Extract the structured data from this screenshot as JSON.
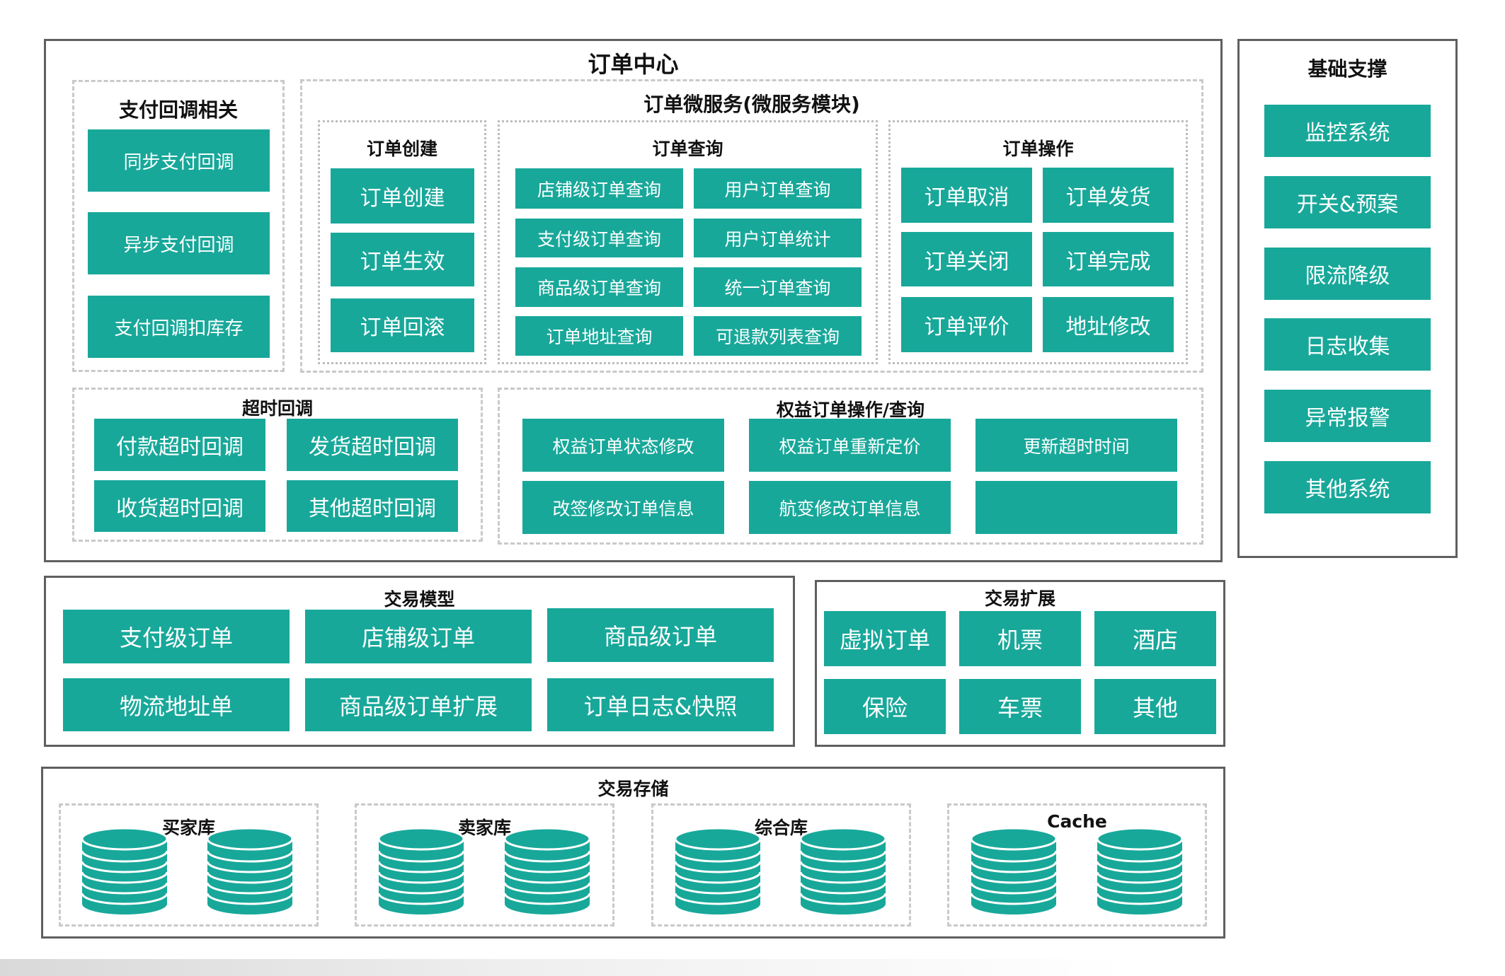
{
  "colors": {
    "tile": "#18a89a",
    "panel_border": "#5f5f5f",
    "dash_border": "#c9c9c9"
  },
  "order_center": {
    "title": "订单中心",
    "payment_callback": {
      "title": "支付回调相关",
      "items": [
        "同步支付回调",
        "异步支付回调",
        "支付回调扣库存"
      ]
    },
    "microservice": {
      "title": "订单微服务(微服务模块)",
      "create": {
        "title": "订单创建",
        "items": [
          "订单创建",
          "订单生效",
          "订单回滚"
        ]
      },
      "query": {
        "title": "订单查询",
        "items": [
          "店铺级订单查询",
          "用户订单查询",
          "支付级订单查询",
          "用户订单统计",
          "商品级订单查询",
          "统一订单查询",
          "订单地址查询",
          "可退款列表查询"
        ]
      },
      "operate": {
        "title": "订单操作",
        "items": [
          "订单取消",
          "订单发货",
          "订单关闭",
          "订单完成",
          "订单评价",
          "地址修改"
        ]
      }
    },
    "timeout": {
      "title": "超时回调",
      "items": [
        "付款超时回调",
        "发货超时回调",
        "收货超时回调",
        "其他超时回调"
      ]
    },
    "rights": {
      "title": "权益订单操作/查询",
      "items": [
        "权益订单状态修改",
        "权益订单重新定价",
        "更新超时时间",
        "改签修改订单信息",
        "航变修改订单信息",
        ""
      ]
    }
  },
  "basic_support": {
    "title": "基础支撑",
    "items": [
      "监控系统",
      "开关&预案",
      "限流降级",
      "日志收集",
      "异常报警",
      "其他系统"
    ]
  },
  "trade_model": {
    "title": "交易模型",
    "items": [
      "支付级订单",
      "店铺级订单",
      "商品级订单",
      "物流地址单",
      "商品级订单扩展",
      "订单日志&快照"
    ]
  },
  "trade_ext": {
    "title": "交易扩展",
    "items": [
      "虚拟订单",
      "机票",
      "酒店",
      "保险",
      "车票",
      "其他"
    ]
  },
  "trade_storage": {
    "title": "交易存储",
    "groups": [
      {
        "title": "买家库"
      },
      {
        "title": "卖家库"
      },
      {
        "title": "综合库"
      },
      {
        "title": "Cache"
      }
    ]
  },
  "icons": {
    "database": "database-icon"
  }
}
